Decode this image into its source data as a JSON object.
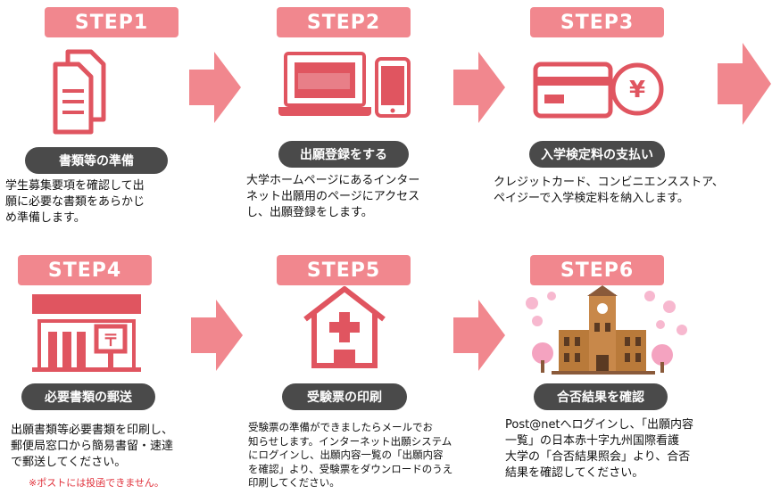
{
  "steps": [
    {
      "badge": "STEP1",
      "title": "書類等の準備",
      "desc": "学生募集要項を確認して出\n願に必要な書類をあらかじ\nめ準備します。",
      "icon": "documents-icon"
    },
    {
      "badge": "STEP2",
      "title": "出願登録をする",
      "desc": "大学ホームページにあるインター\nネット出願用のページにアクセス\nし、出願登録をします。",
      "icon": "laptop-phone-icon"
    },
    {
      "badge": "STEP3",
      "title": "入学検定料の支払い",
      "desc": "クレジットカード、コンビニエンスストア、\nペイジーで入学検定料を納入します。",
      "icon": "card-yen-icon"
    },
    {
      "badge": "STEP4",
      "title": "必要書類の郵送",
      "desc": "出願書類等必要書類を印刷し、\n郵便局窓口から簡易書留・速達\nで郵送してください。",
      "note": "※ポストには投函できません。",
      "icon": "post-office-icon"
    },
    {
      "badge": "STEP5",
      "title": "受験票の印刷",
      "desc": "受験票の準備ができましたらメールでお\n知らせします。インターネット出願システム\nにログインし、出願内容一覧の「出願内容\nを確認」より、受験票をダウンロードのうえ\n印刷してください。",
      "icon": "hospital-icon"
    },
    {
      "badge": "STEP6",
      "title": "合否結果を確認",
      "desc": "Post@netへログインし、「出願内容\n一覧」の日本赤十字九州国際看護\n大学の「合否結果照会」より、合否\n結果を確認してください。",
      "icon": "university-icon"
    }
  ],
  "colors": {
    "accent": "#f1878e",
    "icon": "#e05560",
    "pill": "#4a4a4a",
    "note": "#e0303a"
  }
}
